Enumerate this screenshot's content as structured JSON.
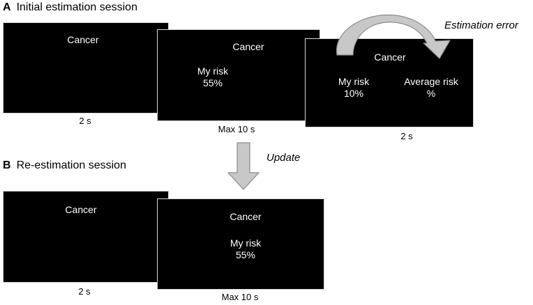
{
  "section_a": {
    "letter": "A",
    "title": "Initial estimation session"
  },
  "section_b": {
    "letter": "B",
    "title": "Re-estimation session"
  },
  "labels": {
    "estimation_error": "Estimation error",
    "update": "Update"
  },
  "screens_a": [
    {
      "title": "Cancer",
      "caption": "2 s"
    },
    {
      "title": "Cancer",
      "my_risk_label": "My risk",
      "my_risk_value": "55%",
      "caption": "Max 10 s"
    },
    {
      "title": "Cancer",
      "my_risk_label": "My risk",
      "my_risk_value": "10%",
      "avg_risk_label": "Average risk",
      "avg_risk_value": "%",
      "caption": "2 s"
    }
  ],
  "screens_b": [
    {
      "title": "Cancer",
      "caption": "2 s"
    },
    {
      "title": "Cancer",
      "my_risk_label": "My risk",
      "my_risk_value": "55%",
      "caption": "Max 10 s"
    }
  ],
  "colors": {
    "screen_bg": "#000000",
    "arrow_fill": "#c8c8c8",
    "arrow_stroke": "#8a8a8a"
  }
}
